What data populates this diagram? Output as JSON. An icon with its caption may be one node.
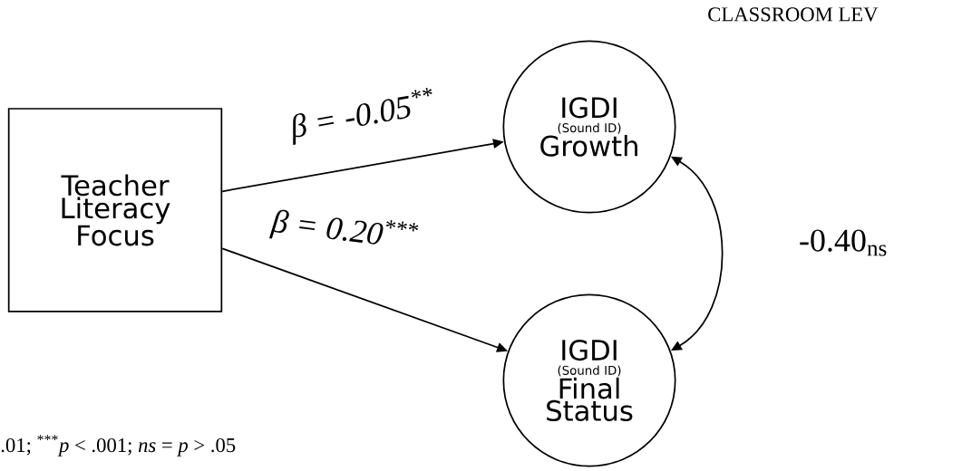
{
  "diagram": {
    "nodes": [
      {
        "text": [
          "Teacher Literacy Focus"
        ]
      },
      {
        "text": [
          "IGDI",
          "(Sound ID)",
          "Growth"
        ]
      },
      {
        "text": [
          "IGDI",
          "(Sound ID)",
          "Final Status"
        ]
      }
    ],
    "edges": [
      {
        "from": 0,
        "to": 1,
        "arrow": "to",
        "label": "β = -0.05$^{**}$"
      },
      {
        "from": 0,
        "to": 2,
        "arrow": "to",
        "label": "β = 0.20$^{***}$"
      },
      {
        "from": 1,
        "to": 2,
        "arrow": "both",
        "label": "-0.40$_{ns}$"
      }
    ],
    "labels": [
      "CLASSROOM LEV",
      ".01; $^{***}$*p* < .001; *ns* = *p* > .05"
    ]
  }
}
